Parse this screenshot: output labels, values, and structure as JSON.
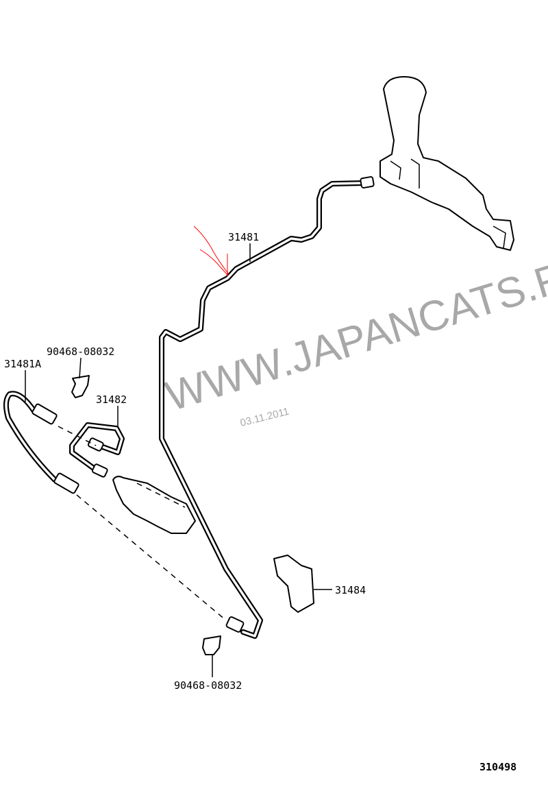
{
  "diagram": {
    "callouts": {
      "pipe_main": "31481",
      "hose": "31481A",
      "clip_top": "90468-08032",
      "pipe_short": "31482",
      "bracket": "31484",
      "clip_bottom": "90468-08032"
    },
    "figure_number": "310498",
    "watermark": "WWW.JAPANCATS.RU",
    "date_stamp": "03.11.2011",
    "colors": {
      "line": "#000000",
      "watermark": "#a8a8a8",
      "annotation": "#ff0000"
    }
  }
}
